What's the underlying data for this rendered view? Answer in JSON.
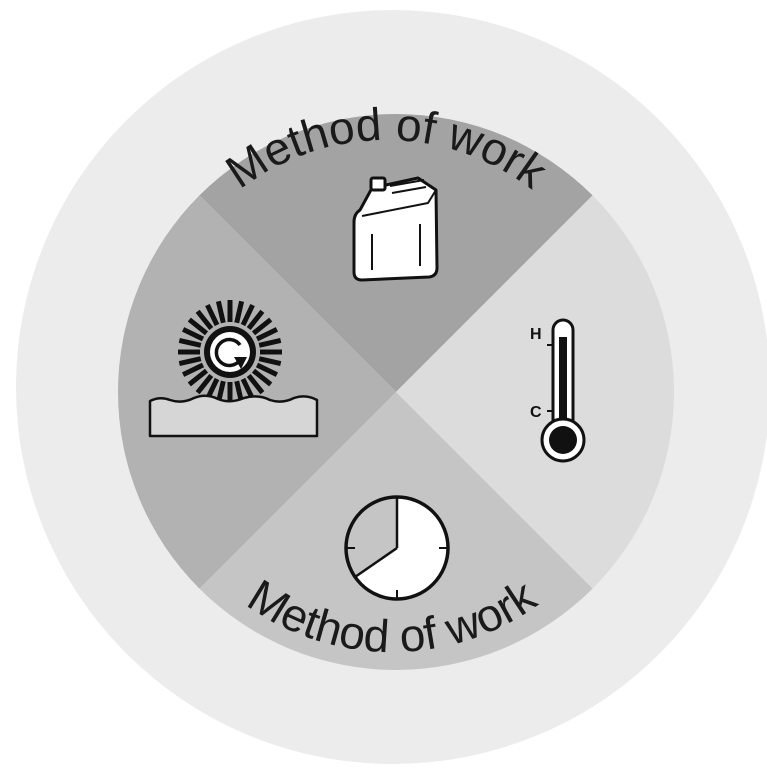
{
  "diagram": {
    "ring_label_top": "Method of work",
    "ring_label_bottom": "Method of work",
    "sectors": [
      {
        "id": "chemistry",
        "icon": "canister-icon"
      },
      {
        "id": "temperature",
        "icon": "thermometer-icon",
        "labels": {
          "high": "H",
          "low": "C"
        }
      },
      {
        "id": "time",
        "icon": "clock-icon"
      },
      {
        "id": "mechanics",
        "icon": "rotating-brush-icon"
      }
    ],
    "colors": {
      "outer_ring": "#ececec",
      "sector_top": "#a3a3a3",
      "sector_right": "#dcdcdc",
      "sector_bottom": "#c5c5c5",
      "sector_left": "#b2b2b2",
      "line": "#111111"
    }
  }
}
